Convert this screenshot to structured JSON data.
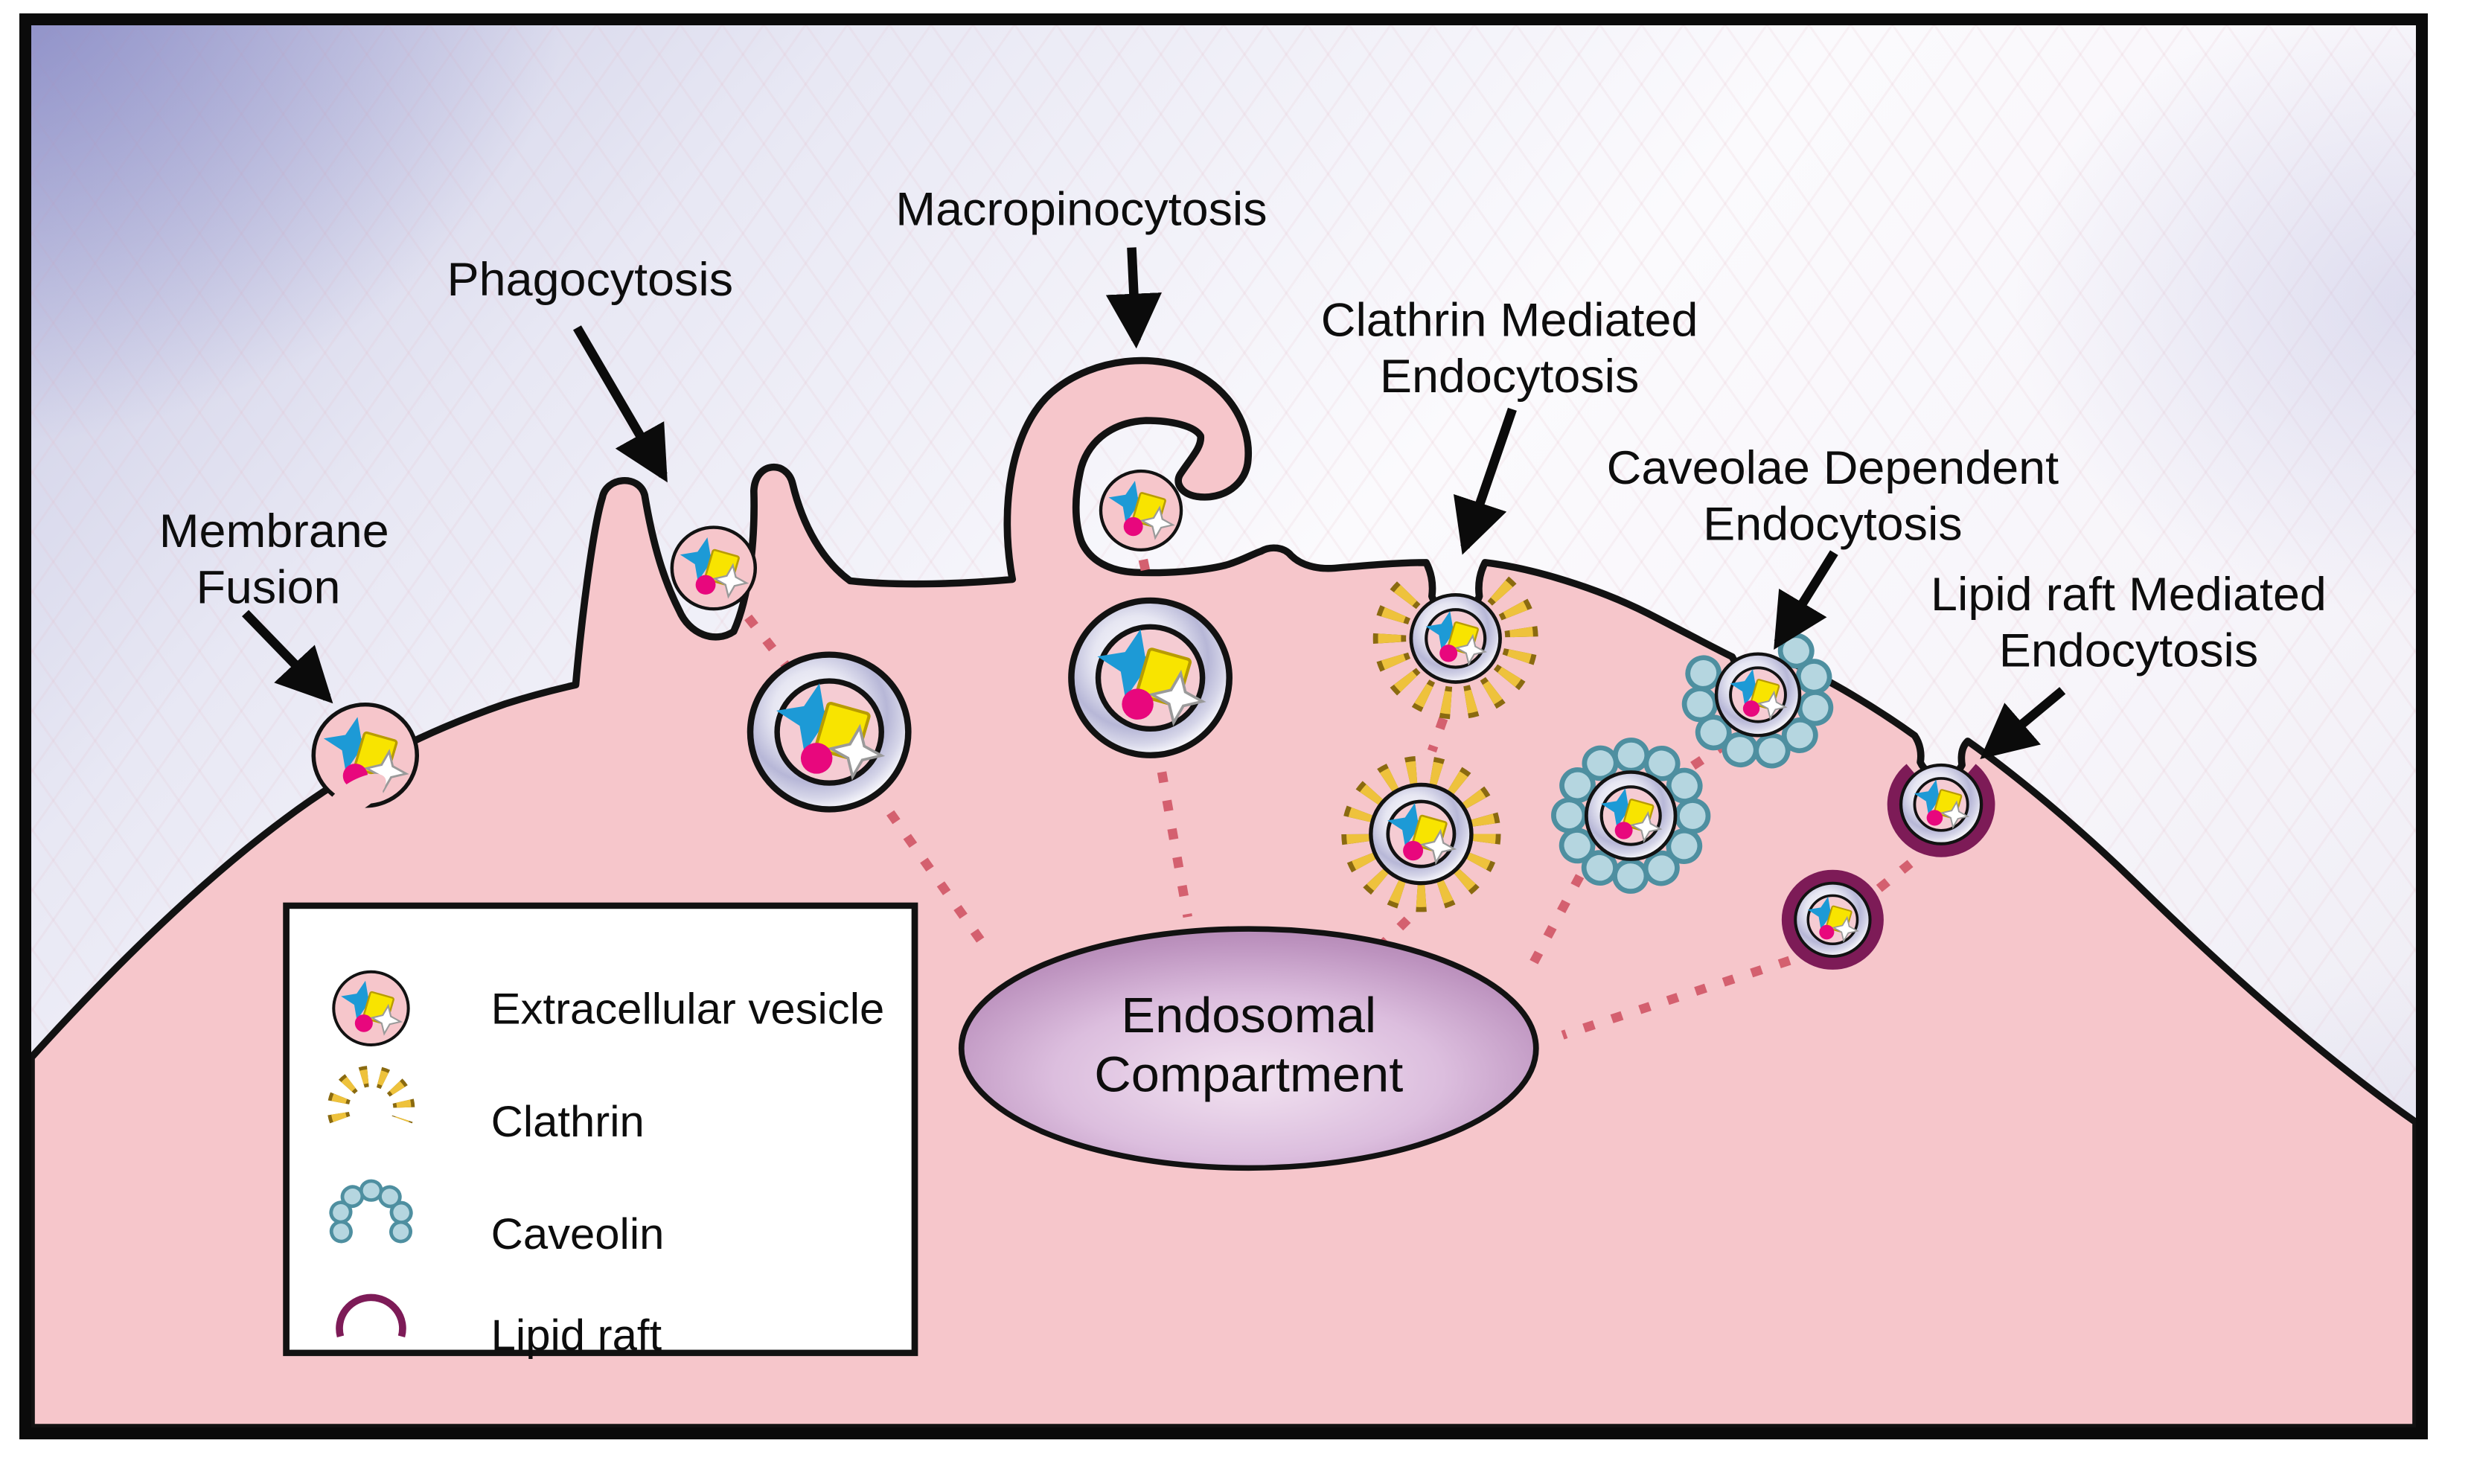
{
  "figure": {
    "sites": {
      "membrane_fusion": {
        "label_line1": "Membrane",
        "label_line2": "Fusion"
      },
      "phagocytosis": {
        "label": "Phagocytosis"
      },
      "macropinocytosis": {
        "label": "Macropinocytosis"
      },
      "clathrin": {
        "label_line1": "Clathrin Mediated",
        "label_line2": "Endocytosis"
      },
      "caveolae": {
        "label_line1": "Caveolae Dependent",
        "label_line2": "Endocytosis"
      },
      "lipid_raft": {
        "label_line1": "Lipid raft Mediated",
        "label_line2": "Endocytosis"
      }
    },
    "endosome": {
      "label_line1": "Endosomal",
      "label_line2": "Compartment"
    },
    "legend": {
      "items": [
        {
          "icon": "extracellular-vesicle-icon",
          "label": "Extracellular vesicle"
        },
        {
          "icon": "clathrin-icon",
          "label": "Clathrin"
        },
        {
          "icon": "caveolin-icon",
          "label": "Caveolin"
        },
        {
          "icon": "lipid-raft-icon",
          "label": "Lipid raft"
        }
      ]
    },
    "colors": {
      "cell": "#f6c6cb",
      "outline": "#121212",
      "clathrin": "#eec23c",
      "clathrin_dark": "#8a6a10",
      "caveolin": "#b5d6e0",
      "caveolin_dark": "#4e8fa0",
      "lipid_raft": "#7d1b57",
      "trail": "#d4606f",
      "endosome_edge": "#a478a4",
      "endosome_center": "#f0dff0",
      "background_corner": "#b9bade",
      "cargo_blue": "#1d9ad6",
      "cargo_yellow": "#f8e400",
      "cargo_magenta": "#e8077d"
    }
  }
}
